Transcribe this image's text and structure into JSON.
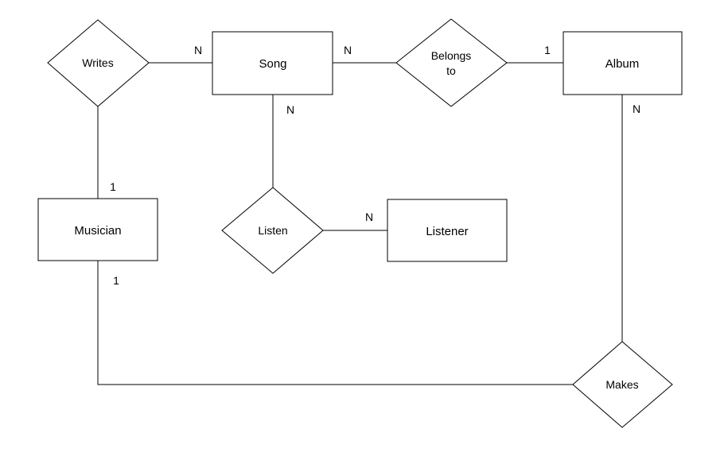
{
  "diagram": {
    "entities": {
      "song": "Song",
      "album": "Album",
      "musician": "Musician",
      "listener": "Listener"
    },
    "relationships": {
      "writes": "Writes",
      "belongs_to": [
        "Belongs",
        "to"
      ],
      "listen": "Listen",
      "makes": "Makes"
    },
    "cardinalities": {
      "writes_song": "N",
      "writes_musician": "1",
      "song_belongs": "N",
      "belongs_album": "1",
      "song_listen": "N",
      "listen_listener": "N",
      "album_makes": "N",
      "musician_makes": "1"
    }
  }
}
